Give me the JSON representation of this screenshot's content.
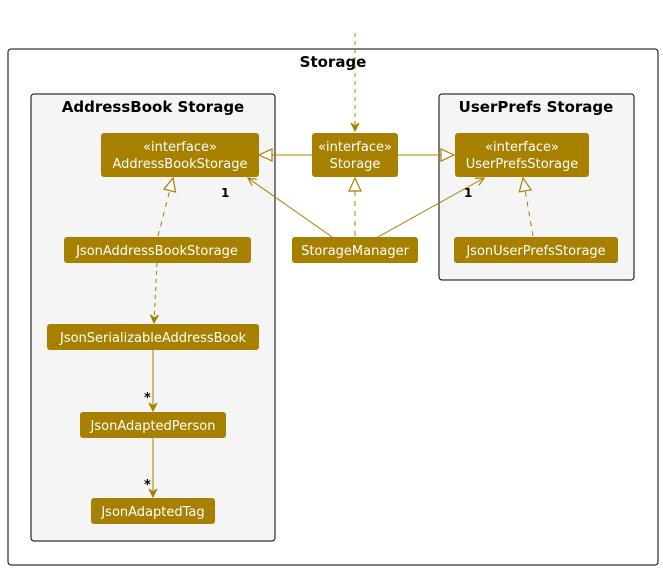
{
  "diagram": {
    "packages": {
      "storage": {
        "title": "Storage"
      },
      "addressbook": {
        "title": "AddressBook Storage"
      },
      "userprefs": {
        "title": "UserPrefs Storage"
      }
    },
    "classes": {
      "storage_iface": {
        "stereotype": "«interface»",
        "name": "Storage"
      },
      "addressbook_iface": {
        "stereotype": "«interface»",
        "name": "AddressBookStorage"
      },
      "userprefs_iface": {
        "stereotype": "«interface»",
        "name": "UserPrefsStorage"
      },
      "storage_manager": {
        "name": "StorageManager"
      },
      "json_addressbook_storage": {
        "name": "JsonAddressBookStorage"
      },
      "json_userprefs_storage": {
        "name": "JsonUserPrefsStorage"
      },
      "json_serializable_addressbook": {
        "name": "JsonSerializableAddressBook"
      },
      "json_adapted_person": {
        "name": "JsonAdaptedPerson"
      },
      "json_adapted_tag": {
        "name": "JsonAdaptedTag"
      }
    },
    "multiplicities": {
      "manager_to_addressbook": "1",
      "manager_to_userprefs": "1",
      "serializable_to_person": "*",
      "person_to_tag": "*"
    },
    "colors": {
      "class_fill": "#A88000",
      "class_text": "#FFFFFF",
      "edge": "#A88000",
      "package_fill": "#F4F5F4",
      "package_border": "#000000"
    }
  }
}
